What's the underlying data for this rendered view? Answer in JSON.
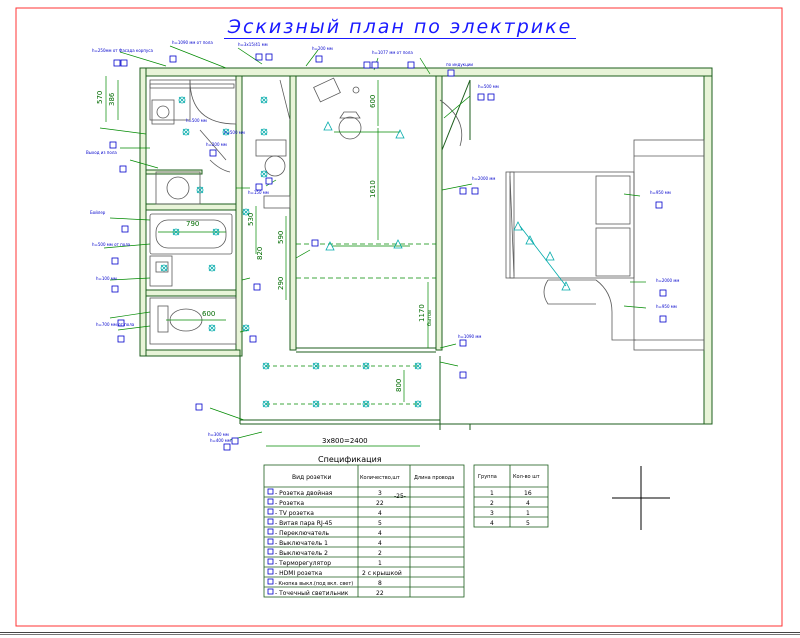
{
  "drawing": {
    "title": "Эскизный план по электрике"
  },
  "dimensions": {
    "d570": "570",
    "d386": "386",
    "d600a": "600",
    "d1610": "1610",
    "d790": "790",
    "d530": "530",
    "d590": "590",
    "d820": "820",
    "d290": "290",
    "d600b": "600",
    "d1170": "1170",
    "d1170b": "бытов",
    "d800": "800",
    "d3x800": "3x800=2400"
  },
  "annotations": {
    "a1": "h=250мм от Фасада корпуса",
    "a2": "h=1090 мм от пола",
    "a3": "h=3x15/41 мм",
    "a4": "h=200 мм",
    "a5": "h=1077 мм от пола",
    "a6": "по индукции",
    "a7": "h=500 мм",
    "a8": "h=500 мм",
    "a9": "Выход из пола",
    "a10": "h=500 мм",
    "a11": "h=200 мм",
    "a12": "Бойлер",
    "a13": "h=500 мм от пола",
    "a14": "h=100 мм",
    "a15": "h=700 мм от пола",
    "a16": "h=2000 мм",
    "a17": "h=950 мм",
    "a18": "h=2000 мм",
    "a19": "h=950 мм",
    "a20": "h=1090 мм",
    "a21": "h=300 мм",
    "a22": "h=400 мм",
    "a23": "h=150 мм"
  },
  "spec": {
    "title": "Спецификация",
    "headers": [
      "Вид розетки",
      "Количество,шт",
      "Длина провода"
    ],
    "rows": [
      {
        "name": "- Розетка двойная",
        "qty": "3",
        "len": "-25-"
      },
      {
        "name": "- Розетка",
        "qty": "22",
        "len": ""
      },
      {
        "name": "- TV розетка",
        "qty": "4",
        "len": ""
      },
      {
        "name": "- Витая пара RJ-45",
        "qty": "5",
        "len": ""
      },
      {
        "name": "- Переключатель",
        "qty": "4",
        "len": ""
      },
      {
        "name": "- Выключатель 1",
        "qty": "4",
        "len": ""
      },
      {
        "name": "- Выключатель 2",
        "qty": "2",
        "len": ""
      },
      {
        "name": "- Терморегулятор",
        "qty": "1",
        "len": ""
      },
      {
        "name": "- HDMI розетка",
        "qty": "2 с крышкой",
        "len": ""
      },
      {
        "name": "- Кнопка выкл.(под вкл. свет)",
        "qty": "8",
        "len": ""
      },
      {
        "name": "- Точечный светильник",
        "qty": "22",
        "len": ""
      }
    ]
  },
  "groups": {
    "headers": [
      "Группа",
      "Кол-во шт"
    ],
    "rows": [
      {
        "g": "1",
        "n": "16"
      },
      {
        "g": "2",
        "n": "4"
      },
      {
        "g": "3",
        "n": "1"
      },
      {
        "g": "4",
        "n": "5"
      }
    ]
  },
  "colors": {
    "wall": "#1c5e1c",
    "wall_fill": "#e8f4d8",
    "dim": "#008a00",
    "furniture": "#5a5a5a",
    "device": "#0000cc",
    "light": "#00aaaa",
    "border": "#ff3333",
    "title": "#1a1aff"
  }
}
